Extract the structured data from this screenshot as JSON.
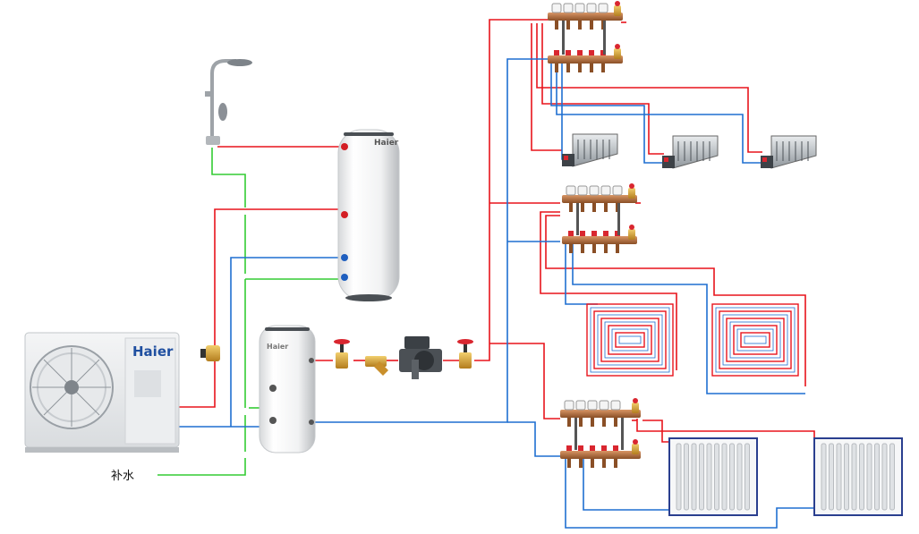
{
  "diagram": {
    "makeup_water_label": "补水",
    "brand_outdoor": "Haier",
    "brand_water_heater": "Haier",
    "brand_buffer_tank": "Haier",
    "colors": {
      "supply": "#e8141c",
      "return": "#1f6fd1",
      "cold_water": "#33cc33",
      "copper": "#b5733f",
      "valve_red": "#d9262f",
      "brass": "#d8a13a"
    },
    "icons": [
      "shower-icon",
      "water-heater-icon",
      "outdoor-heat-pump-icon",
      "buffer-tank-icon",
      "gate-valve-icon",
      "y-strainer-icon",
      "circulation-pump-icon",
      "manifold-icon",
      "fan-coil-icon",
      "floor-heating-coil-icon",
      "radiator-icon",
      "mixing-valve-icon"
    ]
  }
}
